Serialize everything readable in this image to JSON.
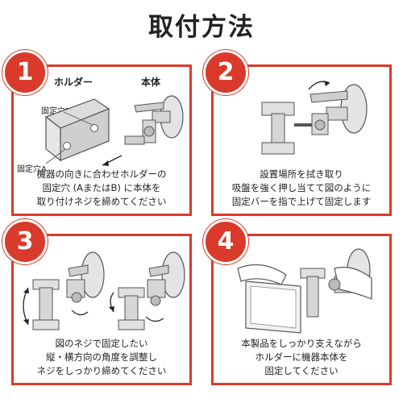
{
  "title": "取付方法",
  "steps": [
    {
      "number": "1",
      "labels": {
        "holder": "ホルダー",
        "body": "本体",
        "hole_b": "固定穴B",
        "hole_a": "固定穴A"
      },
      "caption": [
        "機器の向きに合わせホルダーの",
        "固定穴 (AまたはB) に本体を",
        "取り付けネジを締めてください"
      ]
    },
    {
      "number": "2",
      "caption": [
        "設置場所を拭き取り",
        "吸盤を強く押し当てて図のように",
        "固定バーを指で上げて固定します"
      ]
    },
    {
      "number": "3",
      "caption": [
        "図のネジで固定したい",
        "縦・横方向の角度を調整し",
        "ネジをしっかり締めてください"
      ]
    },
    {
      "number": "4",
      "caption": [
        "本製品をしっかり支えながら",
        "ホルダーに機器本体を",
        "固定してください"
      ]
    }
  ],
  "colors": {
    "accent": "#d93a2b",
    "device": "#dcdcdc",
    "outline": "#555555"
  }
}
